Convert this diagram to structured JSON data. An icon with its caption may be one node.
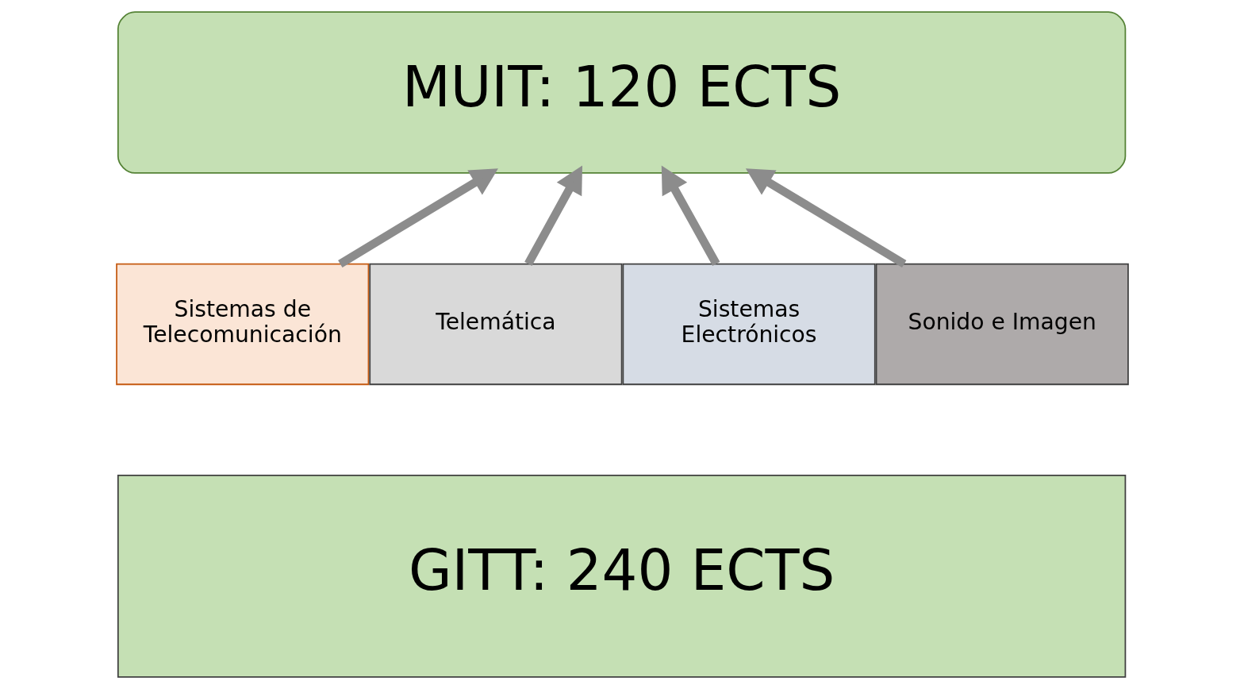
{
  "diagram": {
    "nodes": [
      {
        "text": [
          "MUIT: 120 ECTS"
        ]
      },
      {
        "text": [
          "Sistemas de Telecomunicación"
        ]
      },
      {
        "text": [
          "Telemática"
        ]
      },
      {
        "text": [
          "Sistemas Electrónicos"
        ]
      },
      {
        "text": [
          "Sonido e Imagen"
        ]
      },
      {
        "text": [
          "GITT: 240 ECTS"
        ]
      }
    ],
    "edges": [
      {
        "from": 1,
        "to": 0,
        "arrow": "to"
      },
      {
        "from": 2,
        "to": 0,
        "arrow": "to"
      },
      {
        "from": 3,
        "to": 0,
        "arrow": "to"
      },
      {
        "from": 4,
        "to": 0,
        "arrow": "to"
      }
    ]
  }
}
